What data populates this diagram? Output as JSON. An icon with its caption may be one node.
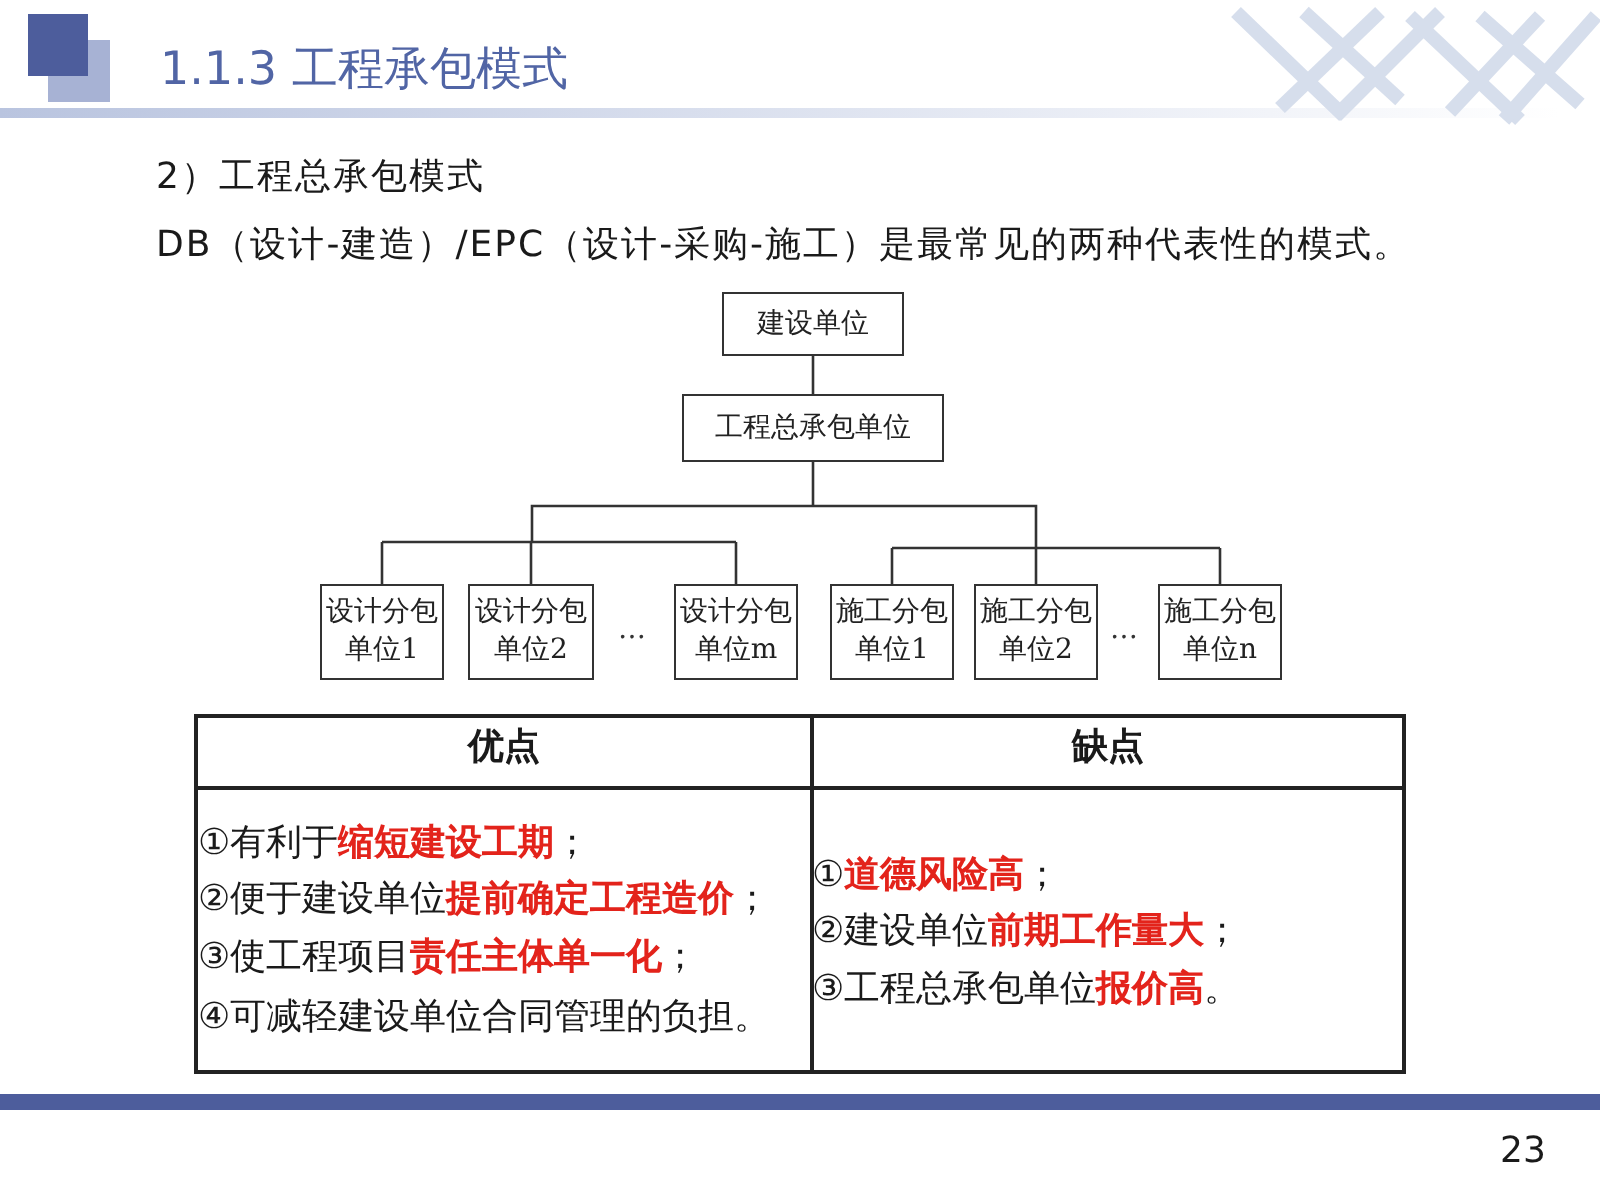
{
  "diagram": {
    "title": "1.1.3 工程承包模式",
    "nodes": [
      {
        "text": [
          "建设单位"
        ]
      },
      {
        "text": [
          "工程总承包单位"
        ]
      },
      {
        "text": [
          "设计分包单位1"
        ]
      },
      {
        "text": [
          "设计分包单位2"
        ]
      },
      {
        "text": [
          "设计分包单位m"
        ]
      },
      {
        "text": [
          "施工分包单位1"
        ]
      },
      {
        "text": [
          "施工分包单位2"
        ]
      },
      {
        "text": [
          "施工分包单位n"
        ]
      }
    ],
    "edges": [
      {
        "from": 0,
        "to": 1,
        "arrow": "none"
      },
      {
        "from": 1,
        "to": 2,
        "arrow": "none"
      },
      {
        "from": 1,
        "to": 3,
        "arrow": "none"
      },
      {
        "from": 1,
        "to": 4,
        "arrow": "none"
      },
      {
        "from": 1,
        "to": 5,
        "arrow": "none"
      },
      {
        "from": 1,
        "to": 6,
        "arrow": "none"
      },
      {
        "from": 1,
        "to": 7,
        "arrow": "none"
      }
    ],
    "labels": [
      "2）工程总承包模式",
      "DB（设计-建造）/EPC（设计-采购-施工）是最常见的两种代表性的模式。",
      "…",
      "…",
      "优点",
      "缺点",
      "①有利于**缩短建设工期**；",
      "②便于建设单位**提前确定工程造价**；",
      "③使工程项目**责任主体单一化**；",
      "④可减轻建设单位合同管理的负担。",
      "①**道德风险高**；",
      "②建设单位**前期工作量大**；",
      "③工程总承包单位**报价高**。",
      "23"
    ]
  }
}
